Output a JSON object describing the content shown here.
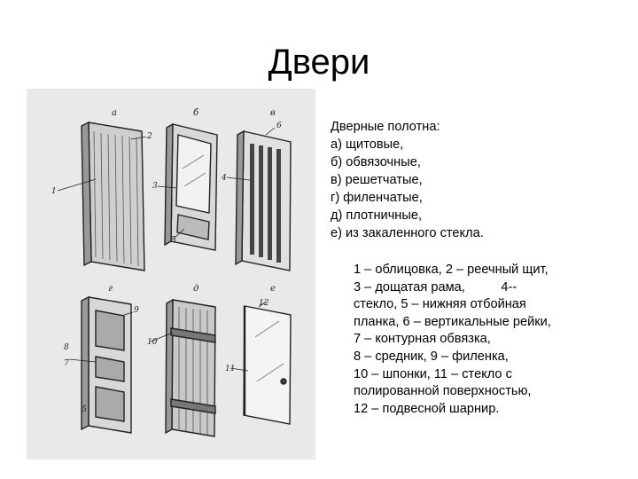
{
  "slide": {
    "title": "Двери"
  },
  "figure": {
    "panel_labels": [
      "а",
      "б",
      "в",
      "г",
      "д",
      "е"
    ],
    "callouts": [
      "2",
      "1",
      "3",
      "4",
      "5",
      "6",
      "9",
      "8",
      "7",
      "5",
      "10",
      "12",
      "11"
    ]
  },
  "description": {
    "heading": "Дверные полотна:",
    "types": [
      "а) щитовые,",
      "б) обвязочные,",
      "в) решетчатые,",
      "г) филенчатые,",
      "д) плотничные,",
      "е) из закаленного стекла."
    ]
  },
  "legend": {
    "lines": [
      "1 – облицовка,  2 – реечный щит,",
      "3 – дощатая рама,          4--",
      "стекло, 5 – нижняя отбойная",
      "планка, 6 – вертикальные рейки,",
      "7 – контурная обвязка,",
      "8 – средник, 9 – филенка,",
      "10 – шпонки, 11 – стекло с",
      "полированной поверхностью,",
      "12 – подвесной шарнир."
    ]
  }
}
